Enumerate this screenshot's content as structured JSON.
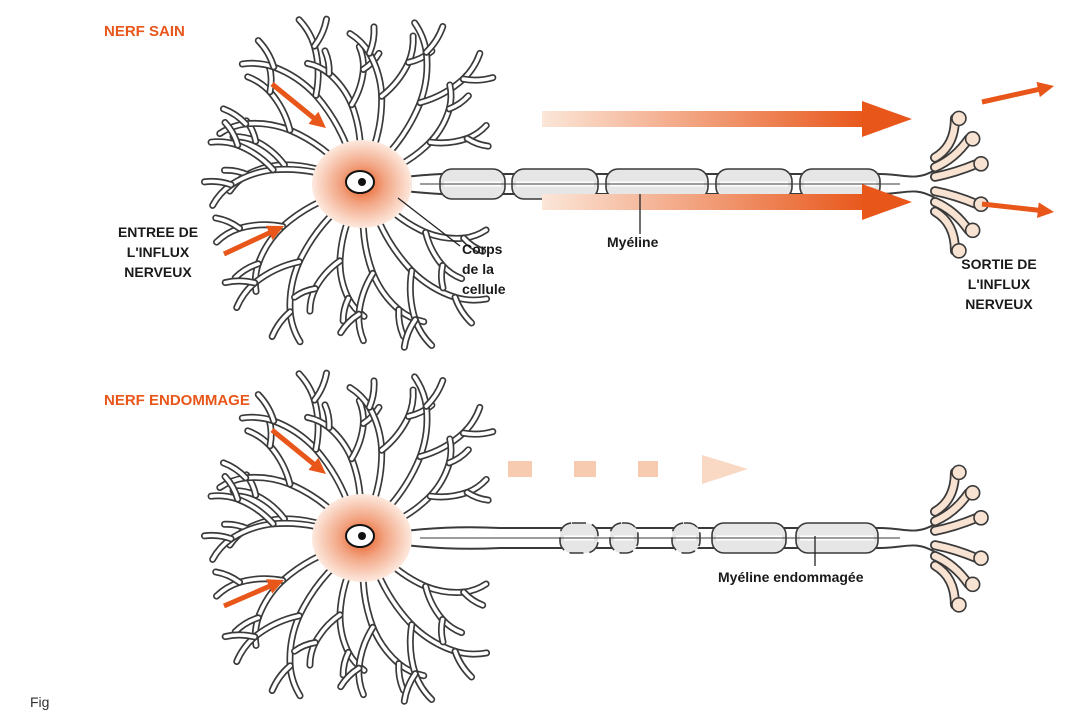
{
  "colors": {
    "accent": "#e8561a",
    "cell_body": "#f2a482",
    "nucleus": "#ffffff",
    "neuron_outline": "#3a3a3a",
    "myelin": "#e6e6e6",
    "terminal_fill": "#f8e2d2"
  },
  "healthy": {
    "title": "NERF SAIN",
    "input_label": [
      "ENTREE DE",
      "L'INFLUX",
      "NERVEUX"
    ],
    "cell_body_label": [
      "Corps",
      "de la",
      "cellule"
    ],
    "myelin_label": "Myéline",
    "output_label": [
      "SORTIE DE",
      "L'INFLUX",
      "NERVEUX"
    ]
  },
  "damaged": {
    "title": "NERF ENDOMMAGE",
    "myelin_label": "Myéline endommagée"
  },
  "footer_fragment": "Fig"
}
